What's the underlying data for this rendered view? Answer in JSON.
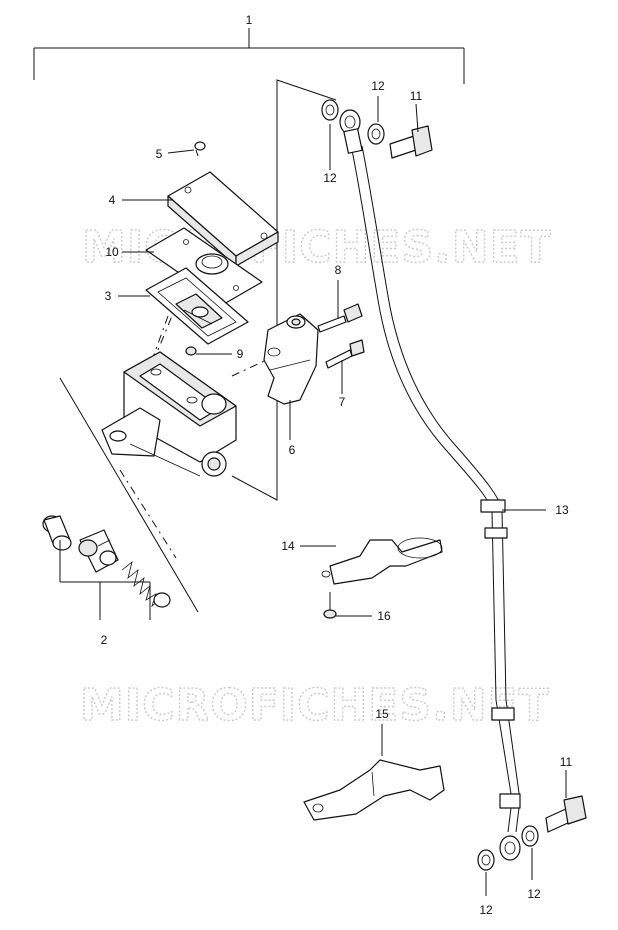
{
  "watermark": {
    "text_top": "MICROFICHES.NET",
    "text_bottom": "MICROFICHES.NET"
  },
  "callouts": {
    "c1": "1",
    "c2": "2",
    "c3": "3",
    "c4": "4",
    "c5": "5",
    "c6": "6",
    "c7": "7",
    "c8": "8",
    "c9": "9",
    "c10": "10",
    "c11a": "11",
    "c11b": "11",
    "c12a": "12",
    "c12b": "12",
    "c12c": "12",
    "c12d": "12",
    "c13": "13",
    "c14": "14",
    "c15": "15",
    "c16": "16"
  }
}
